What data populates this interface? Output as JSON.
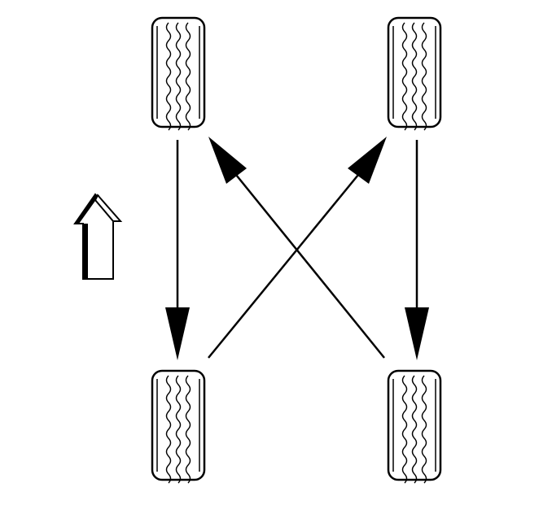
{
  "diagram": {
    "stroke_color": "#000000",
    "fill_color": "#ffffff",
    "tires": [
      {
        "id": "front-left"
      },
      {
        "id": "front-right"
      },
      {
        "id": "rear-left"
      },
      {
        "id": "rear-right"
      }
    ],
    "moves": [
      {
        "from": "front-left",
        "to": "rear-left"
      },
      {
        "from": "front-right",
        "to": "rear-right"
      },
      {
        "from": "rear-left",
        "to": "front-right"
      },
      {
        "from": "rear-right",
        "to": "front-left"
      }
    ],
    "direction_indicator": "forward-arrow-icon"
  }
}
